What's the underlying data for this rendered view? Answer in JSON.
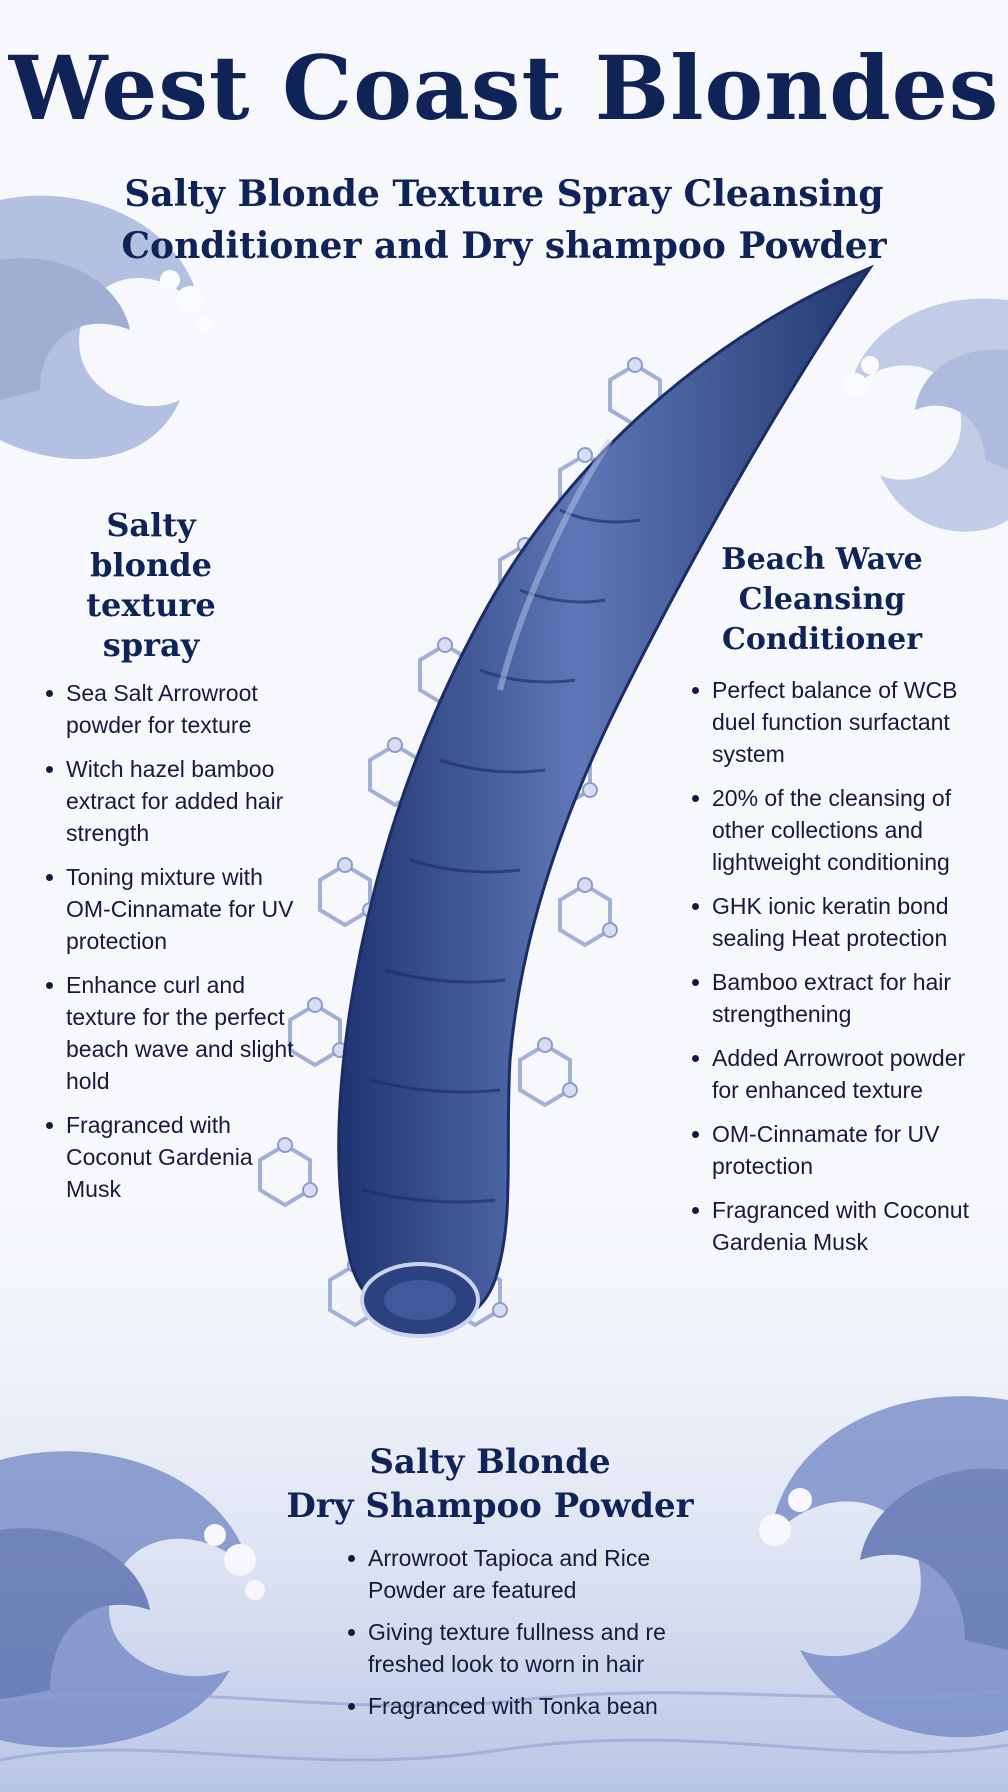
{
  "header": {
    "title": "West Coast Blondes",
    "subtitle_line1": "Salty Blonde Texture Spray Cleansing",
    "subtitle_line2": "Conditioner and Dry shampoo Powder"
  },
  "colors": {
    "ink": "#0f2356",
    "wave": "#6f86c4",
    "strand": "#3d5596",
    "background": "#f6f8fc"
  },
  "icons": {
    "hair_strand": "hair-strand-illustration",
    "molecule": "molecule-chain-illustration",
    "wave": "ocean-wave-illustration"
  },
  "left_panel": {
    "title_line1": "Salty blonde",
    "title_line2": "texture spray",
    "bullets": [
      "Sea Salt Arrowroot powder for texture",
      "Witch hazel bamboo extract for added hair strength",
      "Toning mixture with OM-Cinnamate for UV protection",
      "Enhance curl and texture for the perfect beach wave and slight hold",
      "Fragranced with Coconut Gardenia Musk"
    ]
  },
  "right_panel": {
    "title_line1": "Beach Wave",
    "title_line2": "Cleansing Conditioner",
    "bullets": [
      "Perfect balance of WCB duel function surfactant system",
      "20% of the cleansing of other collections and lightweight conditioning",
      "GHK ionic keratin bond sealing Heat protection",
      "Bamboo extract for hair strengthening",
      "Added Arrowroot powder for enhanced texture",
      "OM-Cinnamate for UV protection",
      "Fragranced with Coconut Gardenia Musk"
    ]
  },
  "bottom_panel": {
    "title_line1": "Salty Blonde",
    "title_line2": "Dry Shampoo Powder",
    "bullets": [
      "Arrowroot Tapioca and Rice Powder are featured",
      "Giving texture fullness and re freshed look to worn in hair",
      "Fragranced with Tonka bean"
    ]
  }
}
